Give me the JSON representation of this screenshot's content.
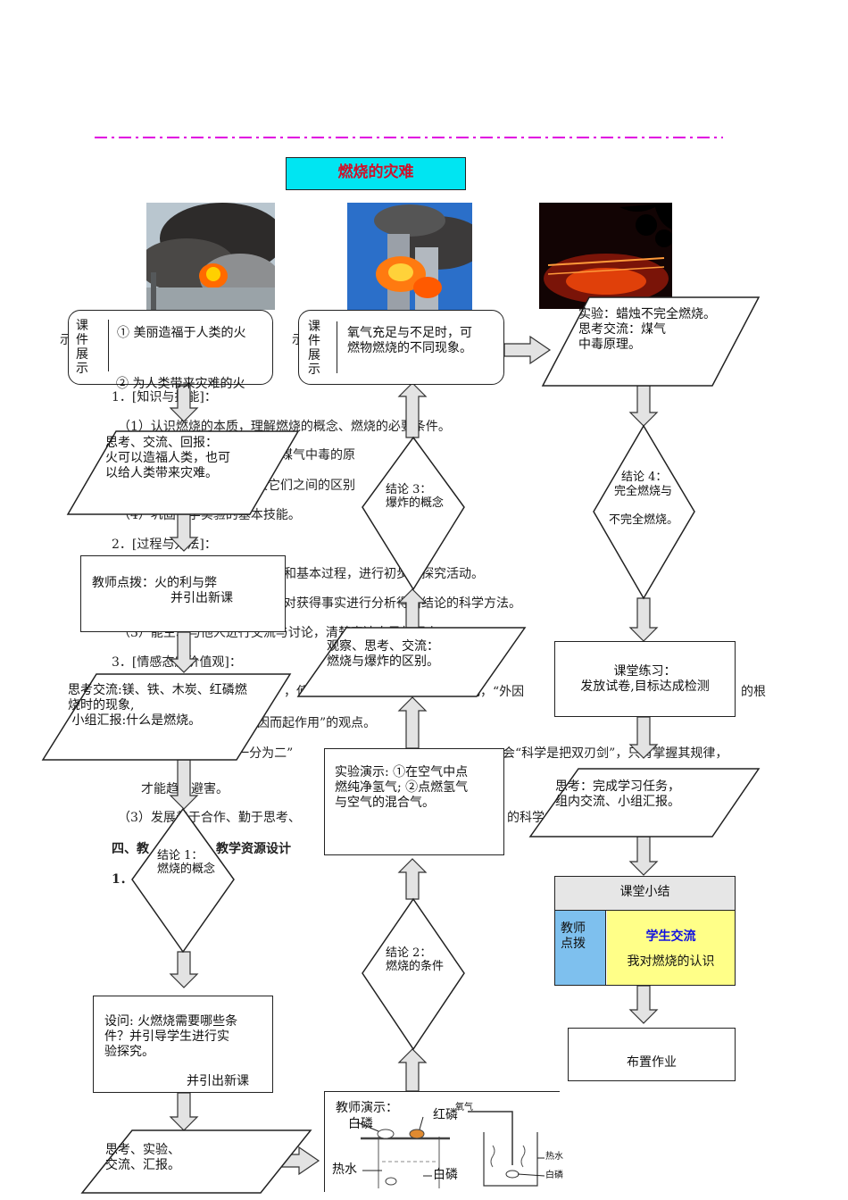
{
  "title": "燃烧的灾难",
  "background_text": {
    "l1": "1．[知识与技能]：",
    "l2": "（1）认识燃烧的本质，理解燃烧的概念、燃烧的必要条件。",
    "l3": "性和煤气中毒的原",
    "l4": "及它们之间的区别",
    "l5": "（4）巩固化学实验的基本技能。",
    "l6": "2．[过程与方法]：",
    "l7": "和基本过程，进行初步的探究活动。",
    "l8": "对获得事实进行分析得出结论的科学方法。",
    "l9": "（3）能主动与他人进行交流与讨论，清楚表达自己的观点",
    "l10": "3．[情感态度价值观]：",
    "l11": "，使学",
    "l12": "变化，“外因",
    "l13": "的根",
    "l14": "因而起作用”的观点。",
    "l15": "都是“一分为二”",
    "l16": "会“科学是把双刃剑”，只有掌握其规律，",
    "l17": "才能趋利避害。",
    "l18": "（3）发展善于合作、勤于思考、",
    "l19": "的科学",
    "l20": "四、教",
    "l21": "教学资源设计",
    "l22": "1．",
    "l23": "示",
    "l24": "示"
  },
  "nodes": {
    "show1": {
      "tag": "课件展示",
      "line1": "① 美丽造福于人类的火",
      "line2": "② 为人类带来灾难的火"
    },
    "show2": {
      "tag": "课件展示",
      "text": "氧气充足与不足时，可\n燃物燃烧的不同现象。"
    },
    "exp_candle": {
      "text": "实验：蜡烛不完全燃烧。\n思考交流：煤气\n中毒原理。"
    },
    "think1": {
      "text": "思考、交流、回报：\n火可以造福人类，也可\n以给人类带来灾难。"
    },
    "teacher_hint": {
      "line1": "教师点拨：火的利与弊",
      "line2": "并引出新课"
    },
    "think2": {
      "text": "思考交流:镁、铁、木炭、红磷燃\n烧时的现象,\n 小组汇报:什么是燃烧。"
    },
    "concl1": {
      "text": "结论 1：\n燃烧的概念"
    },
    "concl2": {
      "text": "结论 2：\n燃烧的条件"
    },
    "concl3": {
      "text": "结论 3：\n爆炸的概念"
    },
    "concl4": {
      "line1": "结论 4：",
      "line2": "完全燃烧与",
      "line3": "不完全燃烧。"
    },
    "observe": {
      "text": "观察、思考、交流：\n燃烧与爆炸的区别。"
    },
    "exp_demo": {
      "text": "实验演示: ①在空气中点\n燃纯净氢气; ②点燃氢气\n与空气的混合气。"
    },
    "practice": {
      "line1": "课堂练习：",
      "line2": "发放试卷,目标达成检测"
    },
    "think3": {
      "text": "思考：完成学习任务，\n组内交流、小组汇报。"
    },
    "summary": {
      "header": "课堂小结",
      "left": "教师点拨",
      "right_title": "学生交流",
      "right_text": "我对燃烧的认识"
    },
    "homework": {
      "text": "布置作业"
    },
    "question": {
      "text": "设问: 火燃烧需要哪些条\n件？并引导学生进行实\n验探究。",
      "sub": "并引出新课"
    },
    "think4": {
      "text": "思考、实验、\n交流、汇报。"
    },
    "teacher_demo": {
      "title": "教师演示：",
      "white_p": "白磷",
      "red_p": "红磷",
      "oxygen": "氧气",
      "hot_water": "热水",
      "white_p2": "白磷",
      "hot_water_small": "热水",
      "white_p_small": "白磷"
    }
  },
  "colors": {
    "title_bg": "#00e5f2",
    "title_text": "#d0102a",
    "dash_line": "#e000e0",
    "summary_left": "#7ec0ee",
    "summary_right": "#ffff88",
    "summary_header": "#e6e6e6",
    "summary_title": "#1010e0",
    "arrow_fill": "#e3e3e3"
  }
}
